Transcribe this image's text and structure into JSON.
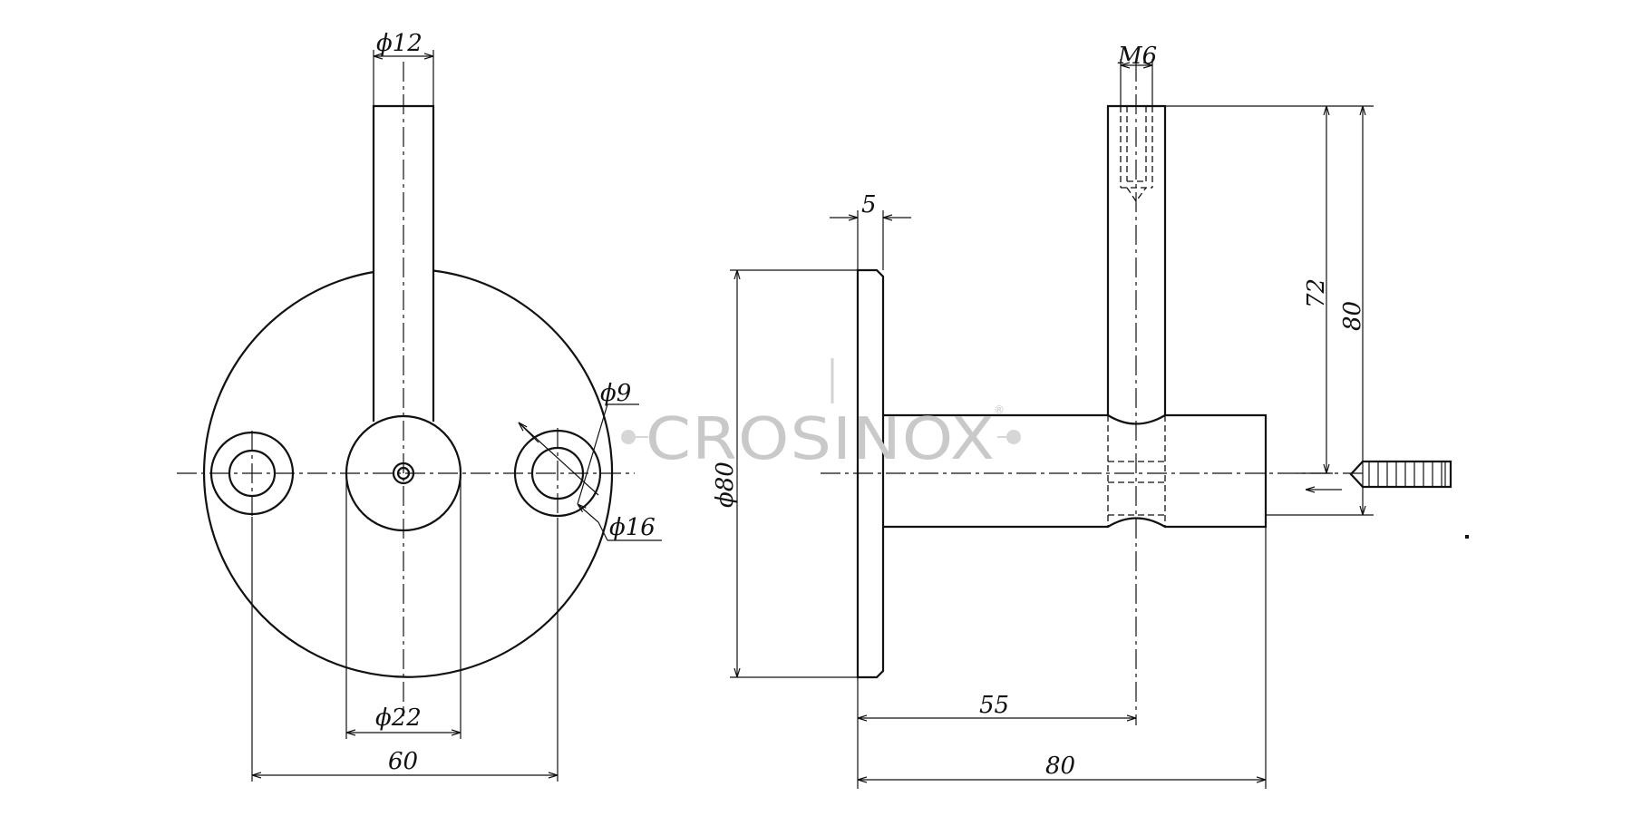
{
  "drawing": {
    "dimensions": {
      "pin_diameter": "ϕ12",
      "thread": "M6",
      "plate_thickness": "5",
      "hole_diameter": "ϕ9",
      "counterbore_diameter": "ϕ16",
      "plate_diameter_side": "ϕ80",
      "boss_diameter": "ϕ22",
      "hole_spacing": "60",
      "pin_offset": "55",
      "overall_length": "80",
      "pin_length": "72",
      "overall_height": "80"
    },
    "watermark": {
      "text": "CROSINOX",
      "registered": "®"
    }
  }
}
